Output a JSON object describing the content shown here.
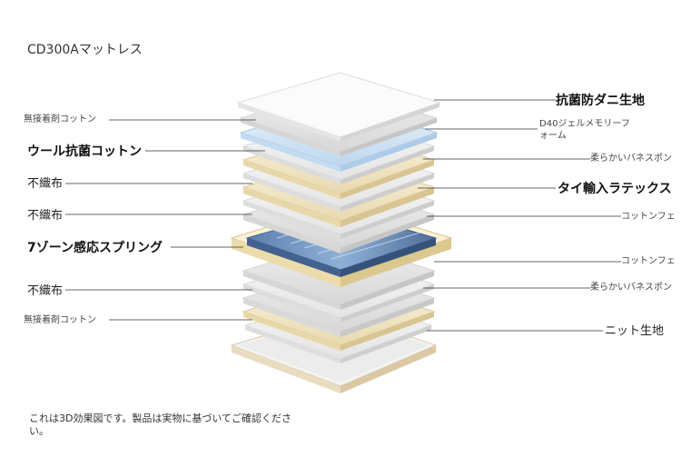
{
  "title": "CD300Aマットレス",
  "left_labels": [
    "無接着剤コットン",
    "ウール抗菌コットン",
    "不織布",
    "不織布",
    "7ゾーン感応スプリング",
    "不織布",
    "無接着剤コットン"
  ],
  "right_labels": [
    "抗菌防ダニ生地",
    "D40ジェルメモリーフ",
    "ォーム",
    "柔らかいバネスポン",
    "タイ輸入ラテックス",
    "コットンフェ",
    "コットンフェ",
    "柔らかいバネスポン",
    "ニット生地"
  ],
  "note": "これは3D効果図です。製品は実物に基づいてご確認ください。"
}
